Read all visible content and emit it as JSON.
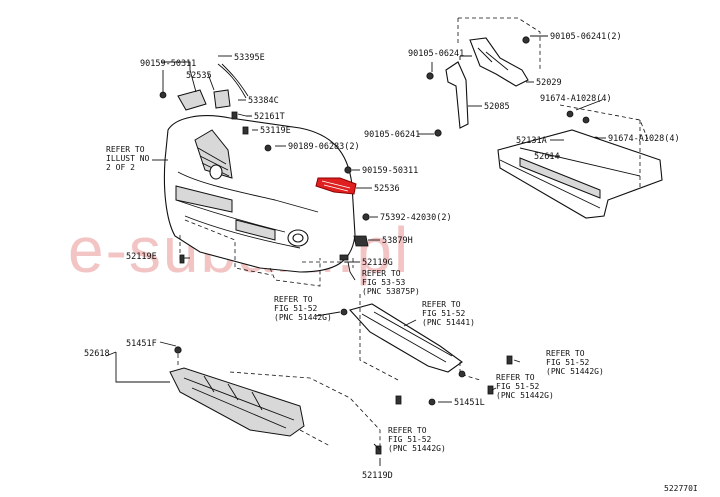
{
  "watermark": "e-subaru.pl",
  "diagram_id": "522770I",
  "callouts": {
    "p90159_top": "90159-50311",
    "p52535": "52535",
    "p53395E": "53395E",
    "p53384C": "53384C",
    "p52161T": "52161T",
    "p53119E": "53119E",
    "p90189": "90189-06283(2)",
    "p90159_mid": "90159-50311",
    "p52536": "52536",
    "p75392": "75392-42030(2)",
    "p53879H": "53879H",
    "p52119E": "52119E",
    "p52119G": "52119G",
    "p90105_a": "90105-06241",
    "p90105_b": "90105-06241(2)",
    "p52029": "52029",
    "p52085": "52085",
    "p91674_a": "91674-A1028(4)",
    "p90105_c": "90105-06241",
    "p91674_b": "91674-A1028(4)",
    "p52131A": "52131A",
    "p52614": "52614",
    "p51451F": "51451F",
    "p52618": "52618",
    "p51451L": "51451L",
    "p52119D": "52119D"
  },
  "refer_illust": [
    "REFER TO",
    "ILLUST NO",
    "2 OF 2"
  ],
  "refer_53875": [
    "REFER TO",
    "FIG 53-53",
    "(PNC 53875P)"
  ],
  "refer_51442_left": [
    "REFER TO",
    "FIG 51-52",
    "(PNC 51442G)"
  ],
  "refer_51441": [
    "REFER TO",
    "FIG 51-52",
    "(PNC 51441)"
  ],
  "refer_51442_right_a": [
    "REFER TO",
    "FIG 51-52",
    "(PNC 51442G)"
  ],
  "refer_51442_right_b": [
    "REFER TO",
    "FIG 51-52",
    "(PNC 51442G)"
  ],
  "refer_51442_bottom": [
    "REFER TO",
    "FIG 51-52",
    "(PNC 51442G)"
  ],
  "colors": {
    "highlight_part": "#e02020",
    "watermark": "#f3c4c4",
    "line": "#111111"
  }
}
